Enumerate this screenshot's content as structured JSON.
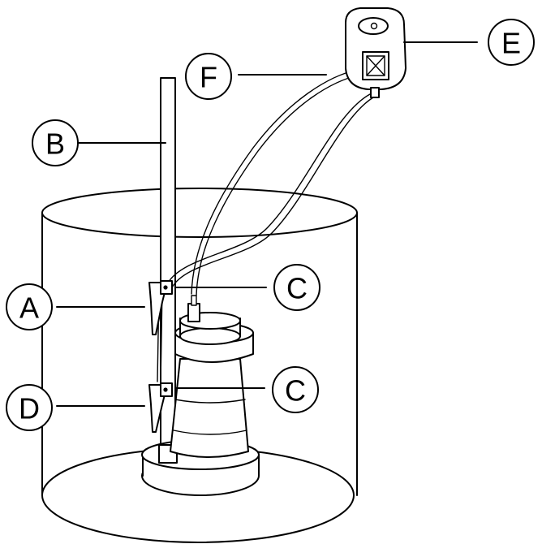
{
  "callouts": {
    "A": "A",
    "B": "B",
    "C1": "C",
    "C2": "C",
    "D": "D",
    "E": "E",
    "F": "F"
  },
  "colors": {
    "stroke": "#000000",
    "background": "#ffffff"
  }
}
